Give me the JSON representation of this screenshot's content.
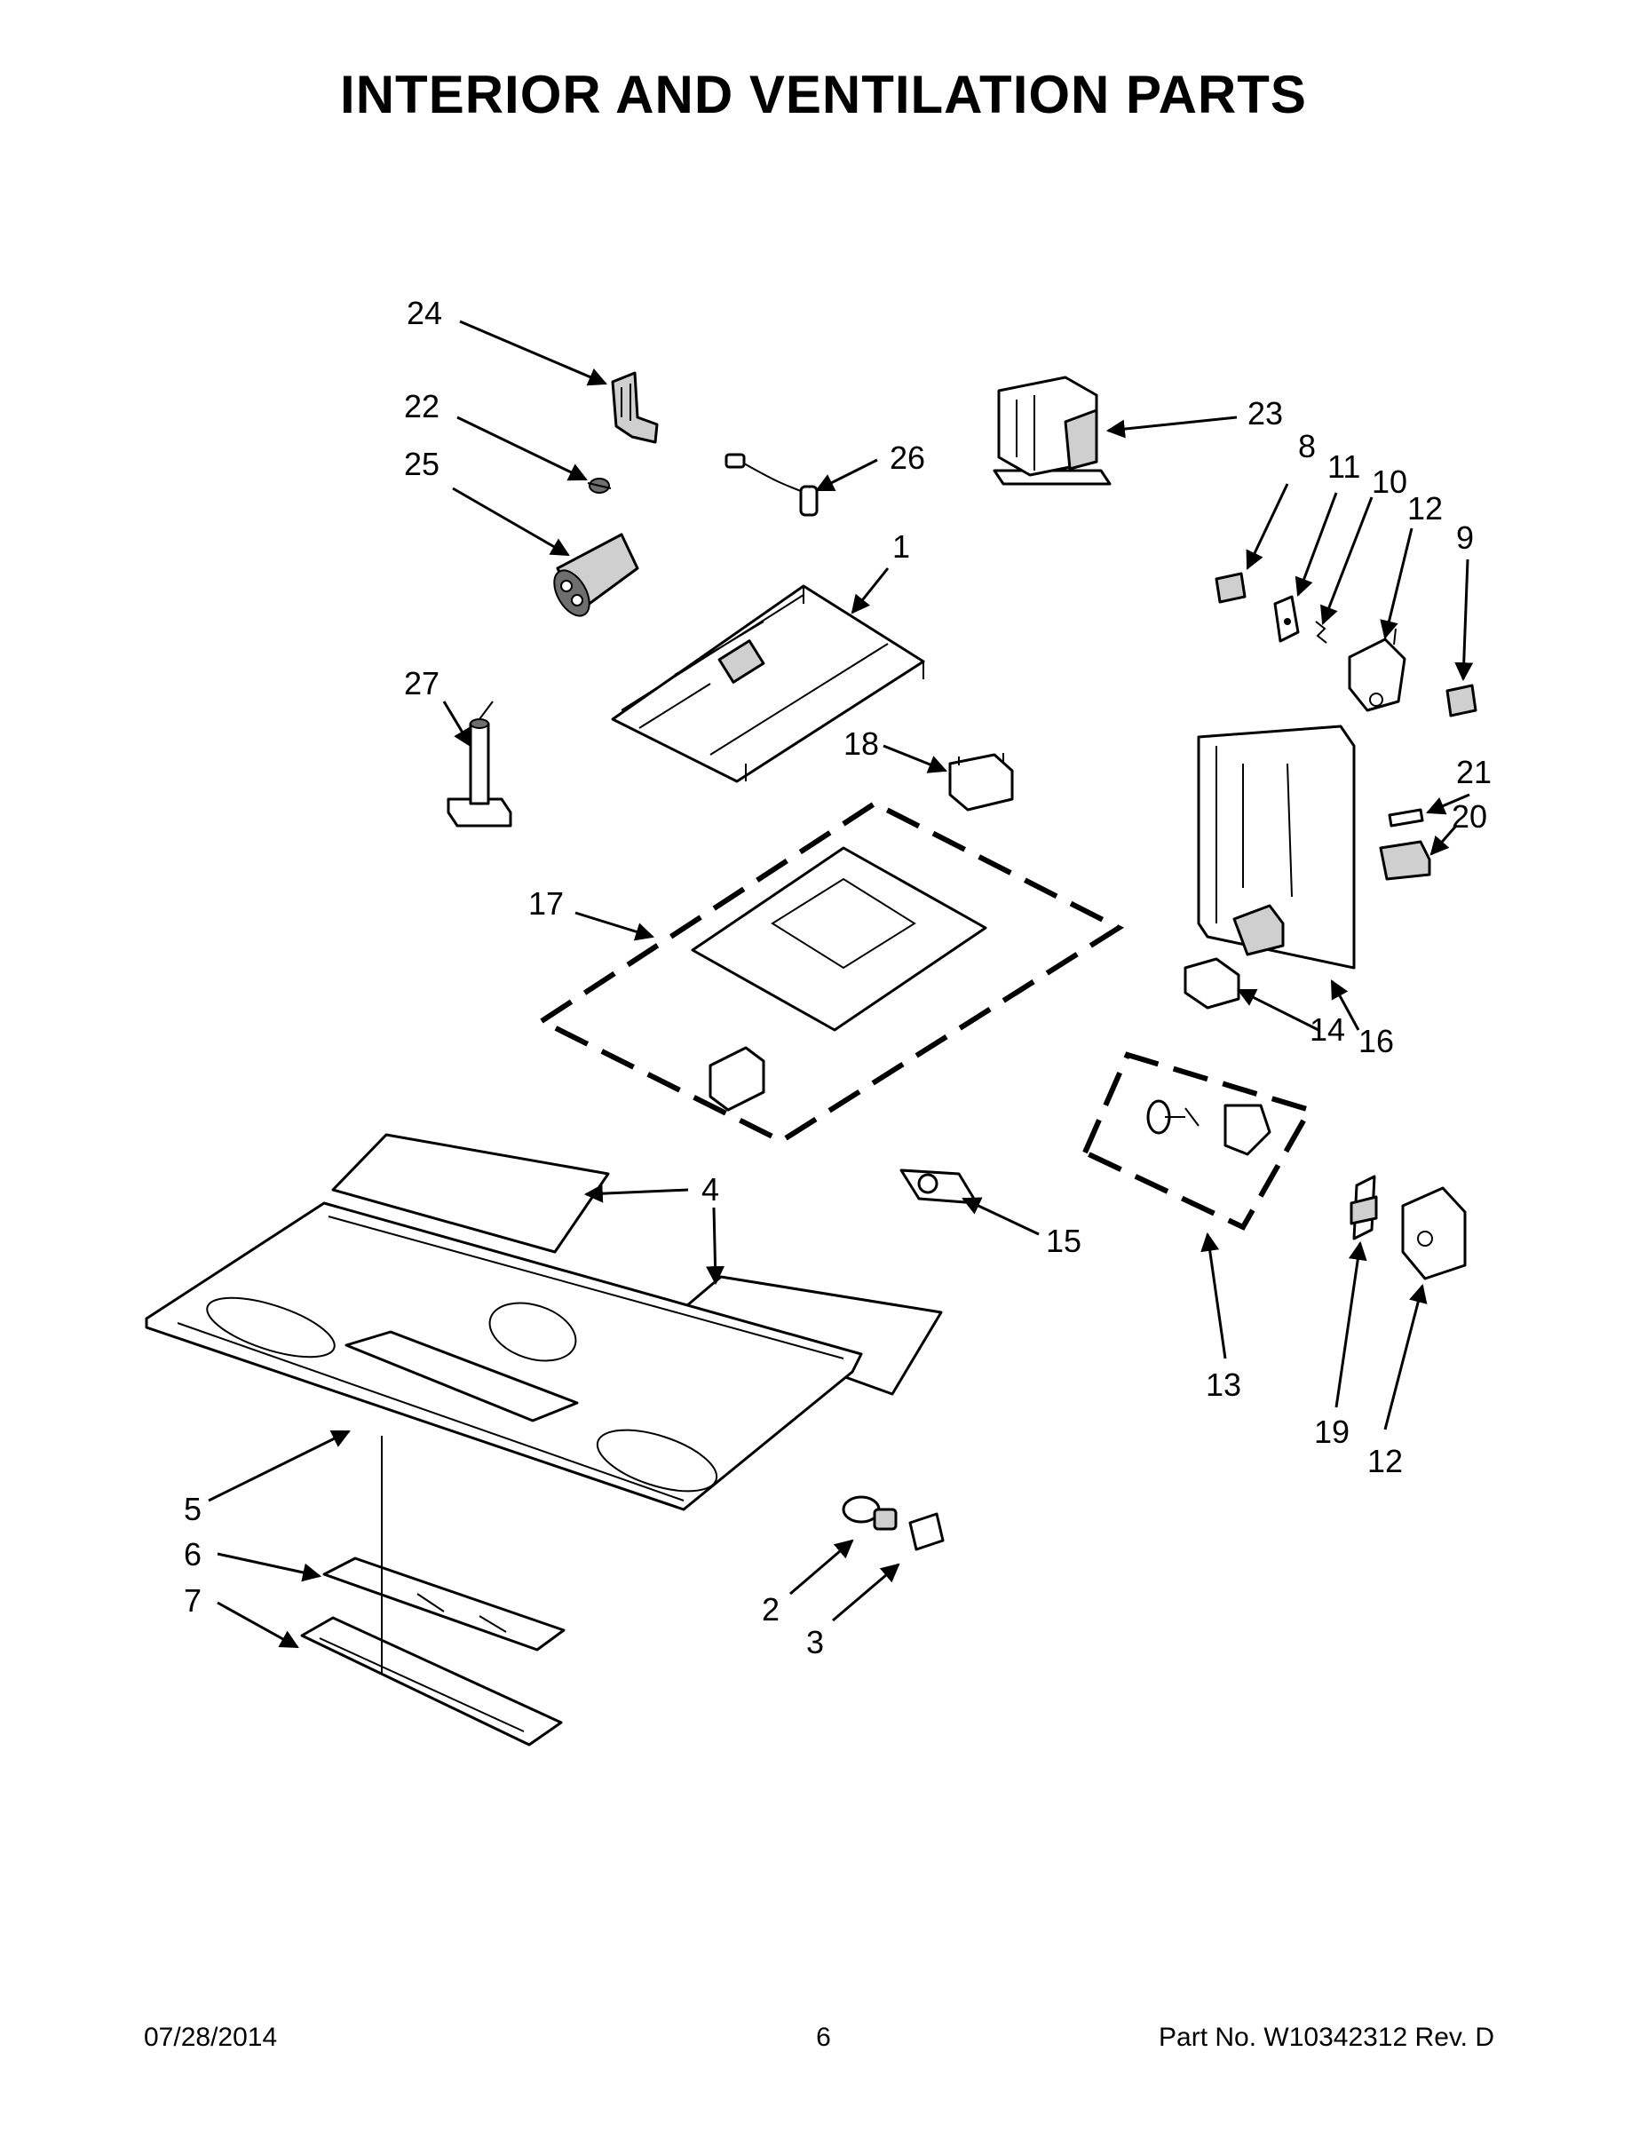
{
  "title": "INTERIOR AND VENTILATION PARTS",
  "callouts": {
    "c1": "1",
    "c2": "2",
    "c3": "3",
    "c4a": "4",
    "c5": "5",
    "c6": "6",
    "c7": "7",
    "c8": "8",
    "c9": "9",
    "c10": "10",
    "c11": "11",
    "c12a": "12",
    "c12b": "12",
    "c13": "13",
    "c14": "14",
    "c15": "15",
    "c16": "16",
    "c17": "17",
    "c18": "18",
    "c19": "19",
    "c20": "20",
    "c21": "21",
    "c22": "22",
    "c23": "23",
    "c24": "24",
    "c25": "25",
    "c26": "26",
    "c27": "27"
  },
  "footer": {
    "date": "07/28/2014",
    "page_number": "6",
    "part_number": "Part No.  W10342312  Rev.  D"
  }
}
